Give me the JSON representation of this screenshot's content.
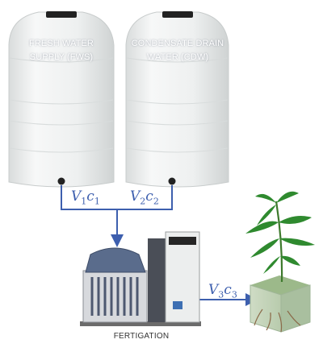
{
  "tanks": [
    {
      "id": "fws",
      "line1": "FRESH WATER",
      "line2": "SUPPLY (FWS)"
    },
    {
      "id": "cdw",
      "line1": "CONDENSATE DRAIN",
      "line2": "WATER (CDW)"
    }
  ],
  "flows": {
    "v1c1": {
      "v": "V",
      "c": "c",
      "sub": "1"
    },
    "v2c2": {
      "v": "V",
      "c": "c",
      "sub": "2"
    },
    "v3c3": {
      "v": "V",
      "c": "c",
      "sub": "3"
    }
  },
  "fertigation": {
    "caption": "FERTIGATION"
  },
  "colors": {
    "pipe": "#3d5fae",
    "tank": "#f3f5f5",
    "leaf": "#2f8a2f",
    "soil": "#7da05b"
  }
}
